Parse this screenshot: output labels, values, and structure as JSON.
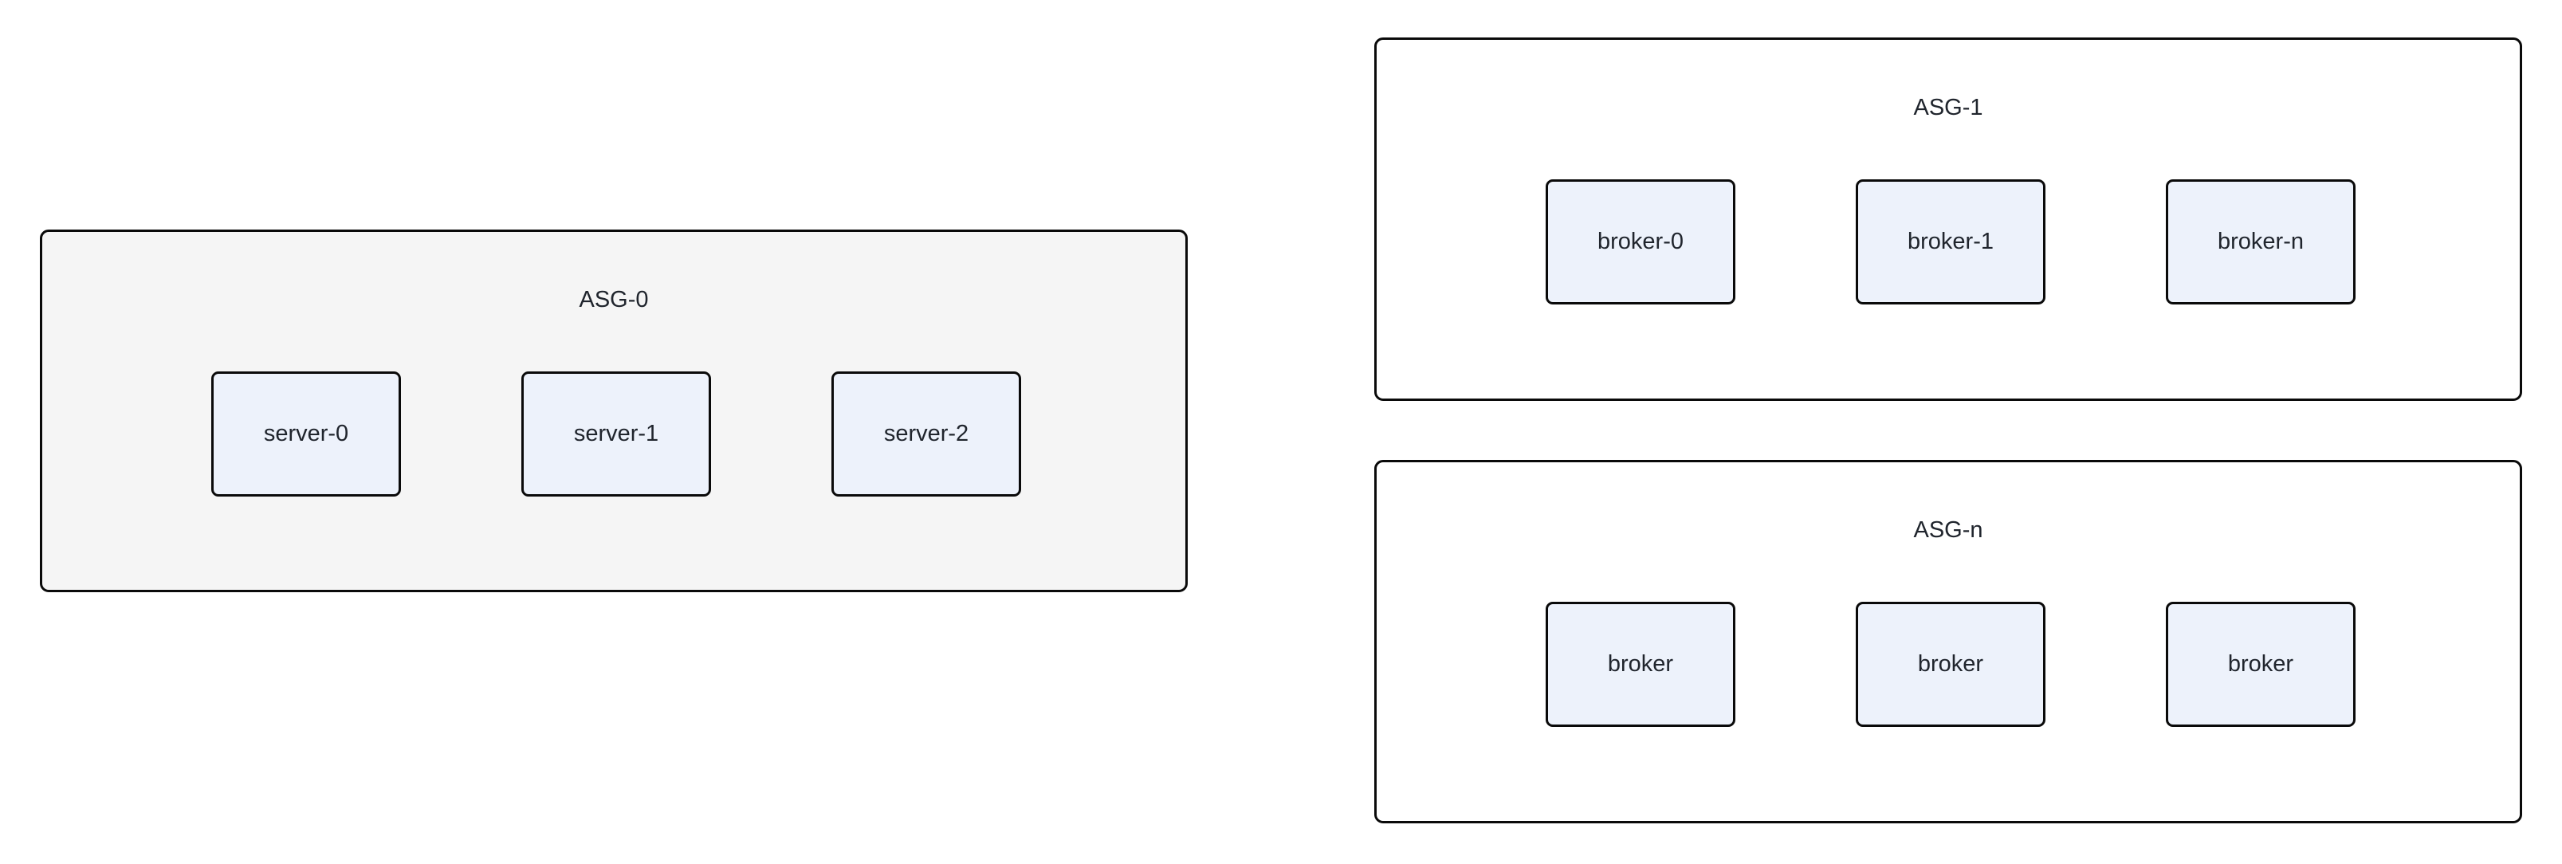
{
  "diagram": {
    "type": "grouped-architecture-diagram",
    "groups": [
      {
        "label": "ASG-0",
        "fill": "#f5f5f5",
        "nodes": [
          {
            "label": "server-0"
          },
          {
            "label": "server-1"
          },
          {
            "label": "server-2"
          }
        ]
      },
      {
        "label": "ASG-1",
        "fill": "#ffffff",
        "nodes": [
          {
            "label": "broker-0"
          },
          {
            "label": "broker-1"
          },
          {
            "label": "broker-n"
          }
        ]
      },
      {
        "label": "ASG-n",
        "fill": "#ffffff",
        "nodes": [
          {
            "label": "broker"
          },
          {
            "label": "broker"
          },
          {
            "label": "broker"
          }
        ]
      }
    ],
    "colors": {
      "canvas_bg": "#ffffff",
      "asg0_fill": "#f5f5f5",
      "group_fill": "#ffffff",
      "group_border": "#0a0a0a",
      "node_fill": "#edf2fb",
      "node_border": "#0a0a0a",
      "label_text": "#20252d"
    }
  }
}
